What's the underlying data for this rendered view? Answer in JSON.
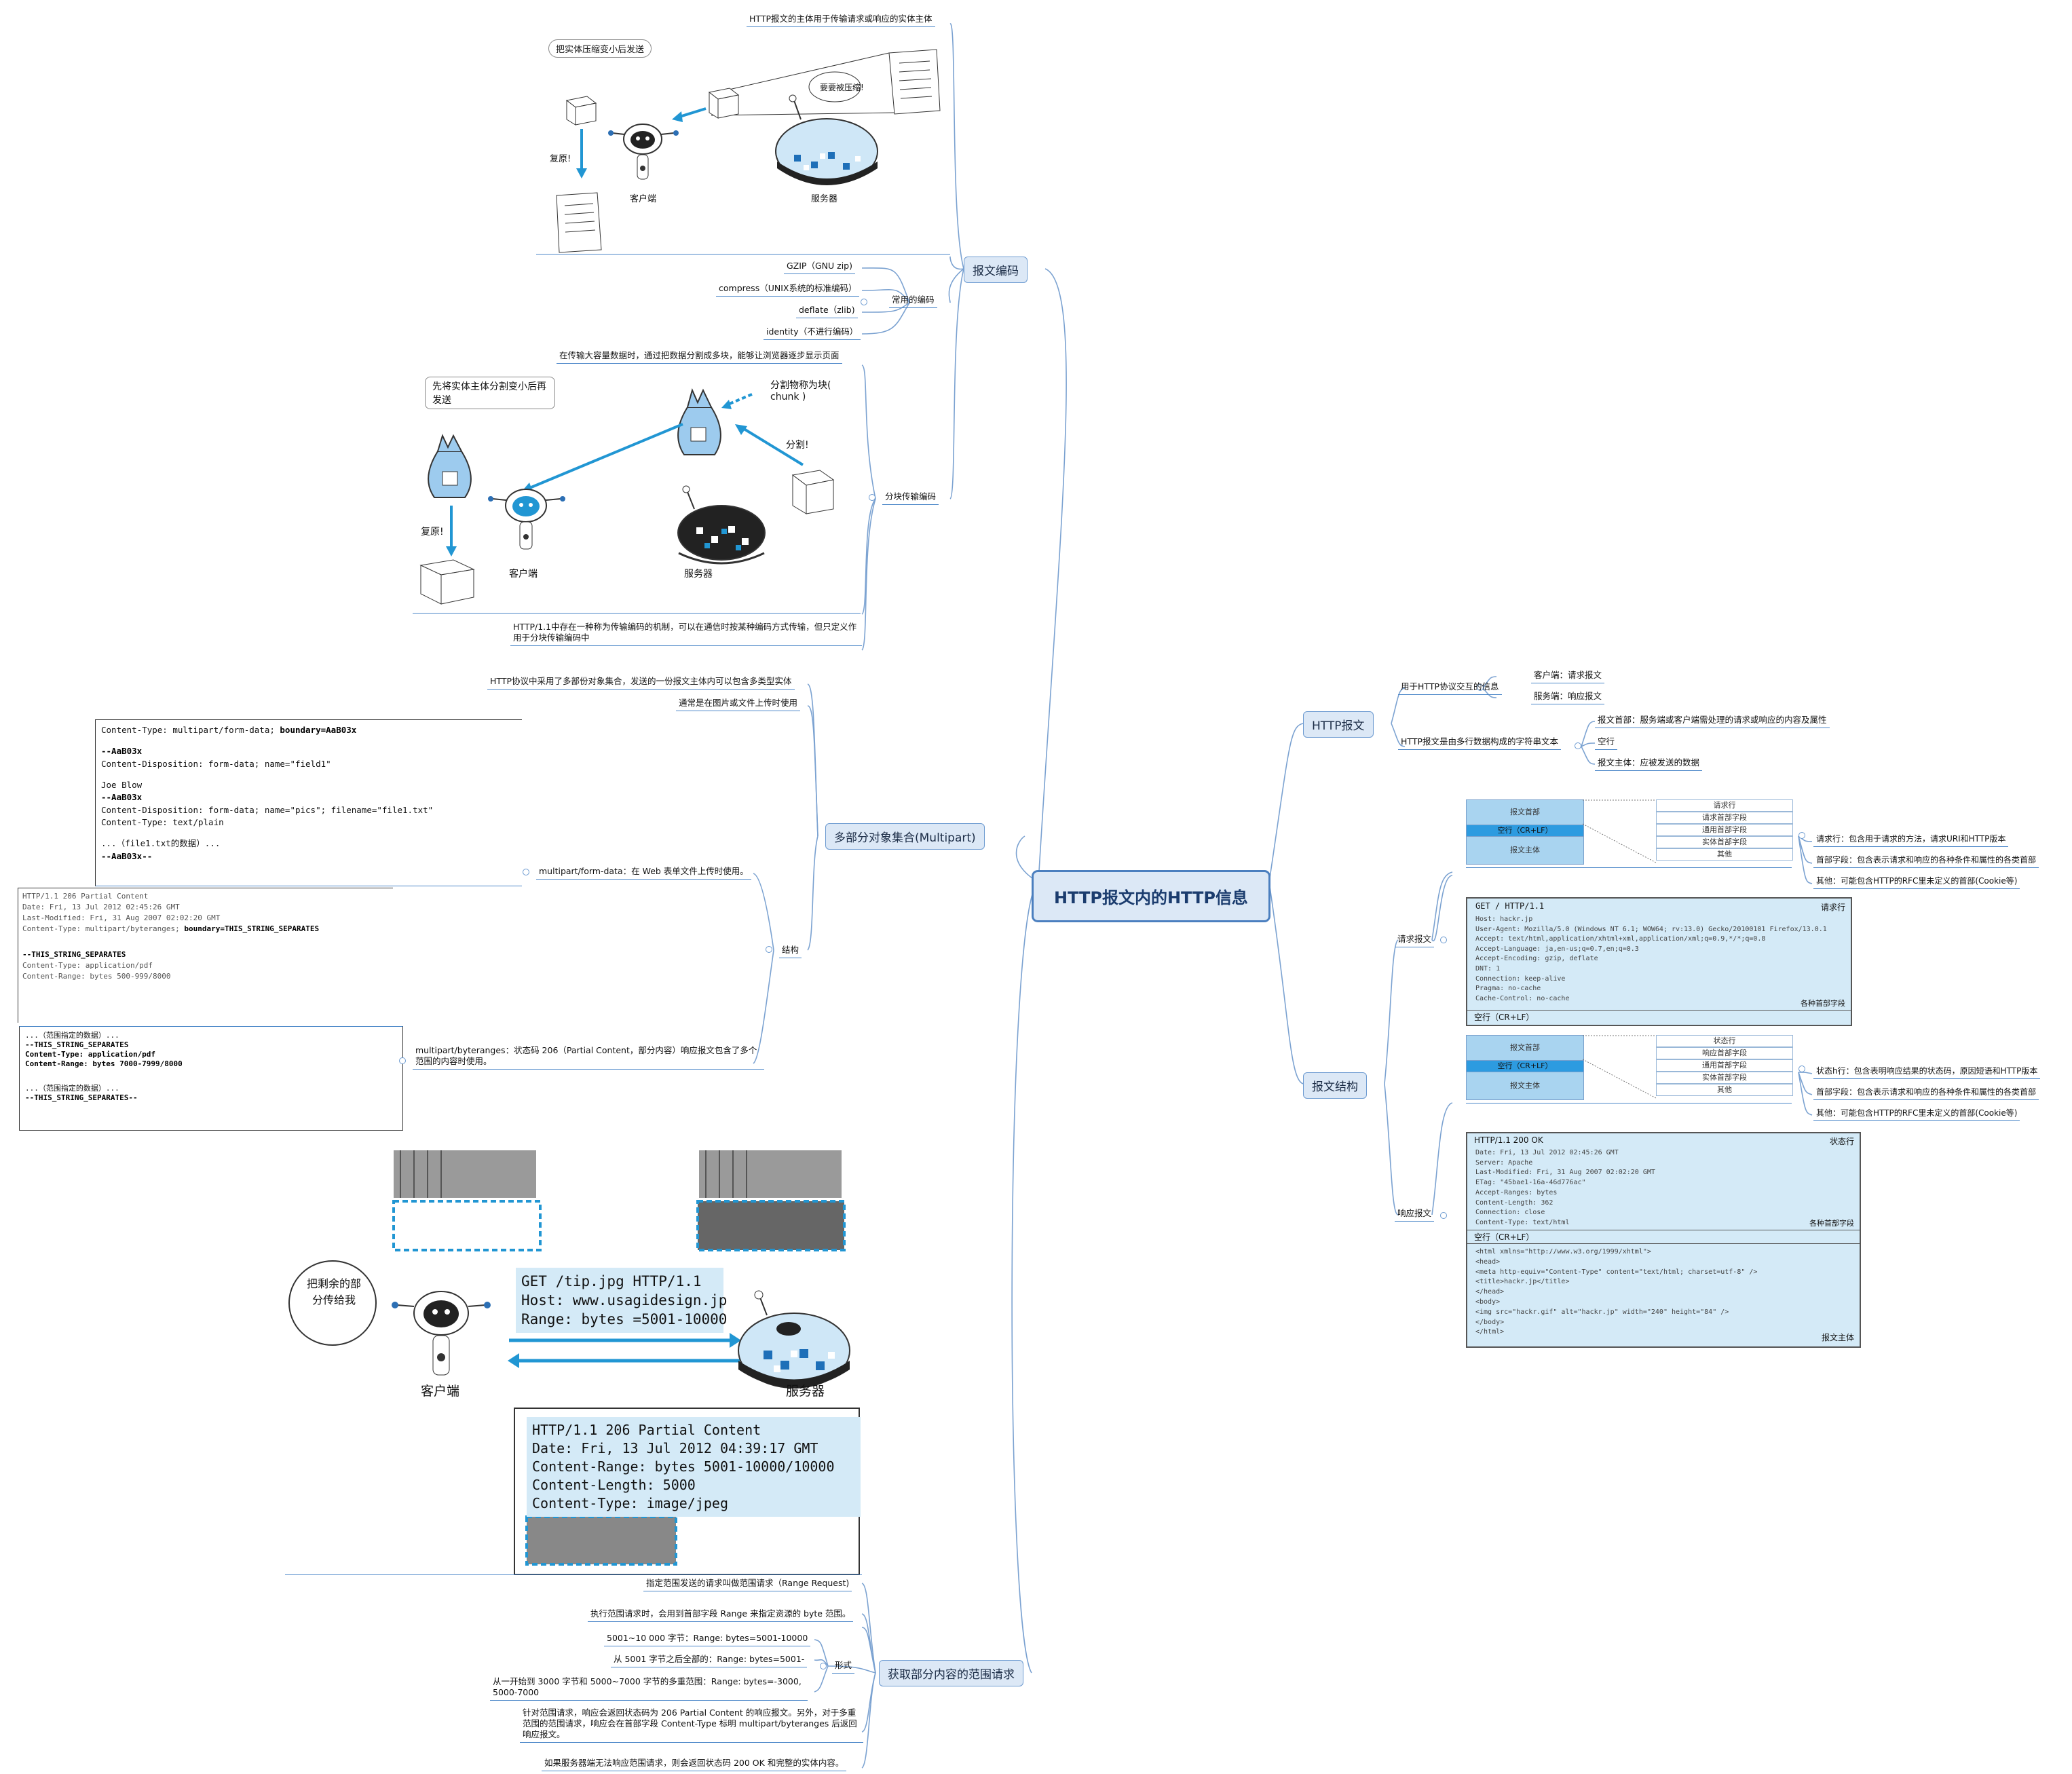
{
  "root": "HTTP报文内的HTTP信息",
  "branches": {
    "encoding": "报文编码",
    "http_message": "HTTP报文",
    "structure": "报文结构",
    "multipart": "多部分对象集合(Multipart)",
    "range": "获取部分内容的范围请求"
  },
  "encoding": {
    "intro": "HTTP报文的主体用于传输请求或响应的实体主体",
    "img1": {
      "bubble": "把实体压缩变小后发送",
      "thought": "要要被压缩!",
      "restore": "复原!",
      "client": "客户端",
      "server": "服务器"
    },
    "common_label": "常用的编码",
    "common": [
      "GZIP（GNU zip)",
      "compress（UNIX系统的标准编码）",
      "deflate（zlib)",
      "identity（不进行编码）"
    ],
    "chunk_intro": "在传输大容量数据时，通过把数据分割成多块，能够让浏览器逐步显示页面",
    "chunk_label": "分块传输编码",
    "img2": {
      "bubble": "先将实体主体分割变小后再发送",
      "chunk_note": "分割物称为块( chunk )",
      "split": "分割!",
      "restore": "复原!",
      "client": "客户端",
      "server": "服务器"
    },
    "chunk_note": "HTTP/1.1中存在一种称为传输编码的机制，可以在通信时按某种编码方式传输，但只定义作用于分块传输编码中"
  },
  "http_message": {
    "purpose": "用于HTTP协议交互的信息",
    "purpose_items": [
      "客户端：请求报文",
      "服务端：响应报文"
    ],
    "composed": "HTTP报文是由多行数据构成的字符串文本",
    "composed_items": [
      "报文首部：服务端或客户端需处理的请求或响应的内容及属性",
      "空行",
      "报文主体：应被发送的数据"
    ]
  },
  "structure": {
    "req_label": "请求报文",
    "res_label": "响应报文",
    "req_notes": [
      "请求行：包含用于请求的方法，请求URI和HTTP版本",
      "首部字段：包含表示请求和响应的各种条件和属性的各类首部",
      "其他：可能包含HTTP的RFC里未定义的首部(Cookie等)"
    ],
    "res_notes": [
      "状态h行：包含表明响应结果的状态码，原因短语和HTTP版本",
      "首部字段：包含表示请求和响应的各种条件和属性的各类首部",
      "其他：可能包含HTTP的RFC里未定义的首部(Cookie等)"
    ],
    "req_diagram": {
      "left": [
        "报文首部",
        "空行（CR+LF）",
        "报文主体"
      ],
      "right": [
        "请求行",
        "请求首部字段",
        "通用首部字段",
        "实体首部字段",
        "其他"
      ]
    },
    "res_diagram": {
      "left": [
        "报文首部",
        "空行（CR+LF）",
        "报文主体"
      ],
      "right": [
        "状态行",
        "响应首部字段",
        "通用首部字段",
        "实体首部字段",
        "其他"
      ]
    },
    "req_panel": {
      "first": "GET / HTTP/1.1",
      "first_tag": "请求行",
      "lines": [
        "Host: hackr.jp",
        "User-Agent: Mozilla/5.0 (Windows NT 6.1; WOW64; rv:13.0) Gecko/20100101 Firefox/13.0.1",
        "Accept: text/html,application/xhtml+xml,application/xml;q=0.9,*/*;q=0.8",
        "Accept-Language: ja,en-us;q=0.7,en;q=0.3",
        "Accept-Encoding: gzip, deflate",
        "DNT: 1",
        "Connection: keep-alive",
        "Pragma: no-cache",
        "Cache-Control: no-cache"
      ],
      "fields_tag": "各种首部字段",
      "blank": "空行（CR+LF）"
    },
    "res_panel": {
      "first": "HTTP/1.1 200 OK",
      "first_tag": "状态行",
      "lines": [
        "Date: Fri, 13 Jul 2012 02:45:26 GMT",
        "Server: Apache",
        "Last-Modified: Fri, 31 Aug 2007 02:02:20 GMT",
        "ETag: \"45bae1-16a-46d776ac\"",
        "Accept-Ranges: bytes",
        "Content-Length: 362",
        "Connection: close",
        "Content-Type: text/html"
      ],
      "fields_tag": "各种首部字段",
      "blank": "空行（CR+LF）",
      "body": [
        "<html xmlns=\"http://www.w3.org/1999/xhtml\">",
        "<head>",
        "<meta http-equiv=\"Content-Type\" content=\"text/html; charset=utf-8\" />",
        "<title>hackr.jp</title>",
        "</head>",
        "<body>",
        "<img src=\"hackr.gif\" alt=\"hackr.jp\" width=\"240\" height=\"84\" />",
        "</body>",
        "</html>"
      ],
      "body_tag": "报文主体"
    }
  },
  "multipart": {
    "intro": "HTTP协议中采用了多部份对象集合，发送的一份报文主体内可以包含多类型实体",
    "usage": "通常是在图片或文件上传时使用",
    "structure_label": "结构",
    "formdata_label": "multipart/form-data：在 Web 表单文件上传时使用。",
    "byteranges_label": "multipart/byteranges：状态码 206（Partial Content，部分内容）响应报文包含了多个范围的内容时使用。",
    "formdata_code": [
      [
        "Content-Type: multipart/form-data; ",
        "boundary=AaB03x"
      ],
      [
        "",
        ""
      ],
      [
        "",
        "--AaB03x"
      ],
      [
        "Content-Disposition: form-data; name=\"field1\"",
        ""
      ],
      [
        "",
        ""
      ],
      [
        "Joe Blow",
        ""
      ],
      [
        "",
        "--AaB03x"
      ],
      [
        "Content-Disposition: form-data; name=\"pics\"; filename=\"file1.txt\"",
        ""
      ],
      [
        "Content-Type: text/plain",
        ""
      ],
      [
        "",
        ""
      ],
      [
        "...（file1.txt的数据）...",
        ""
      ],
      [
        "",
        "--AaB03x--"
      ]
    ],
    "byteranges_code": [
      [
        "HTTP/1.1 206 Partial Content",
        ""
      ],
      [
        "Date: Fri, 13 Jul 2012 02:45:26 GMT",
        ""
      ],
      [
        "Last-Modified: Fri, 31 Aug 2007 02:02:20 GMT",
        ""
      ],
      [
        "Content-Type: multipart/byteranges; ",
        "boundary=THIS_STRING_SEPARATES"
      ],
      [
        "",
        ""
      ],
      [
        "",
        ""
      ],
      [
        "",
        "--THIS_STRING_SEPARATES"
      ],
      [
        "Content-Type: application/pdf",
        ""
      ],
      [
        "Content-Range: bytes 500-999/8000",
        ""
      ]
    ],
    "byteranges_code2": [
      [
        "...（范围指定的数据）...",
        ""
      ],
      [
        "",
        "--THIS_STRING_SEPARATES"
      ],
      [
        "",
        "Content-Type: application/pdf"
      ],
      [
        "",
        "Content-Range: bytes 7000-7999/8000"
      ],
      [
        "",
        ""
      ],
      [
        "",
        ""
      ],
      [
        "...（范围指定的数据）...",
        ""
      ],
      [
        "",
        "--THIS_STRING_SEPARATES--"
      ]
    ]
  },
  "range": {
    "img": {
      "thought": "把剩余的部分传给我",
      "request": [
        "GET /tip.jpg HTTP/1.1",
        "Host: www.usagidesign.jp",
        "Range: bytes =5001-10000"
      ],
      "response": [
        "HTTP/1.1 206 Partial Content",
        "Date: Fri, 13 Jul 2012 04:39:17 GMT",
        "Content-Range: bytes 5001-10000/10000",
        "Content-Length: 5000",
        "Content-Type: image/jpeg"
      ],
      "client": "客户端",
      "server": "服务器"
    },
    "items": [
      "指定范围发送的请求叫做范围请求（Range Request)",
      "执行范围请求时，会用到首部字段 Range 来指定资源的 byte 范围。"
    ],
    "forms_label": "形式",
    "forms": [
      "5001~10 000 字节：Range: bytes=5001-10000",
      "从 5001 字节之后全部的：Range: bytes=5001-",
      "从一开始到 3000 字节和 5000~7000 字节的多重范围：Range: bytes=-3000, 5000-7000"
    ],
    "after": [
      "针对范围请求，响应会返回状态码为 206 Partial Content 的响应报文。另外，对于多重范围的范围请求，响应会在首部字段 Content-Type 标明 multipart/byteranges 后返回响应报文。",
      "如果服务器端无法响应范围请求，则会返回状态码 200 OK 和完整的实体内容。"
    ]
  }
}
